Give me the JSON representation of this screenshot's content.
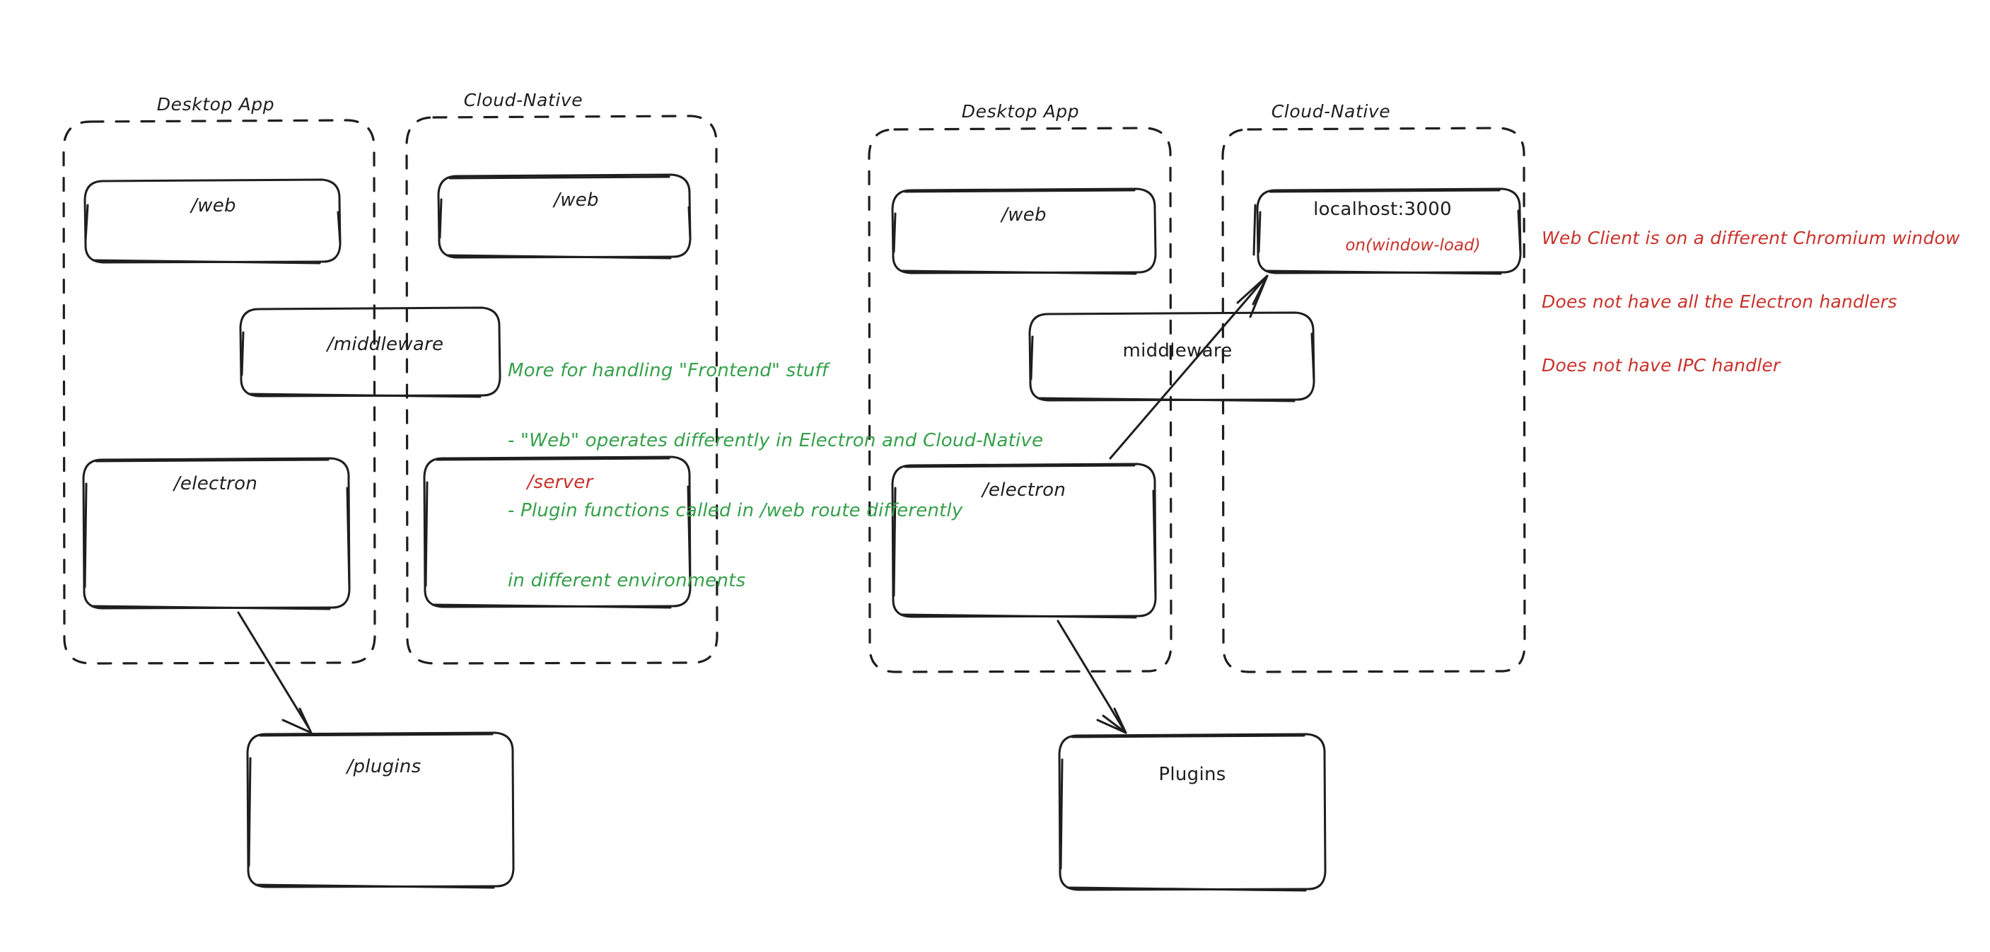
{
  "diagram": {
    "title": "Electron vs Cloud-Native architecture sketch",
    "style": "hand-drawn",
    "colors": {
      "stroke": "#1e1e1e",
      "green_note": "#36a04a",
      "red_note": "#c8322b",
      "background": "#ffffff"
    }
  },
  "left_diagram": {
    "groups": [
      {
        "id": "left-desktop-app",
        "label": "Desktop App"
      },
      {
        "id": "left-cloud-native",
        "label": "Cloud-Native"
      }
    ],
    "boxes": [
      {
        "id": "left-desktop-web",
        "label": "/web"
      },
      {
        "id": "left-cloud-web",
        "label": "/web"
      },
      {
        "id": "left-middleware",
        "label": "/middleware"
      },
      {
        "id": "left-electron",
        "label": "/electron"
      },
      {
        "id": "left-server",
        "label": "/server",
        "color": "red"
      },
      {
        "id": "left-plugins",
        "label": "/plugins"
      }
    ],
    "green_note": {
      "lines": [
        "More for handling \"Frontend\" stuff",
        "- \"Web\" operates differently in Electron and Cloud-Native",
        "- Plugin functions called in /web route differently",
        "in different environments"
      ]
    }
  },
  "right_diagram": {
    "groups": [
      {
        "id": "right-desktop-app",
        "label": "Desktop App"
      },
      {
        "id": "right-cloud-native",
        "label": "Cloud-Native"
      }
    ],
    "boxes": [
      {
        "id": "right-desktop-web",
        "label": "/web"
      },
      {
        "id": "right-localhost",
        "label": "localhost:3000",
        "sublabel": "on(window-load)"
      },
      {
        "id": "right-middleware",
        "label": "middleware"
      },
      {
        "id": "right-electron",
        "label": "/electron"
      },
      {
        "id": "right-plugins",
        "label": "Plugins"
      }
    ],
    "red_note": {
      "lines": [
        "Web Client is on a different Chromium window",
        "Does not have all the Electron handlers",
        "Does not have IPC handler"
      ]
    }
  }
}
